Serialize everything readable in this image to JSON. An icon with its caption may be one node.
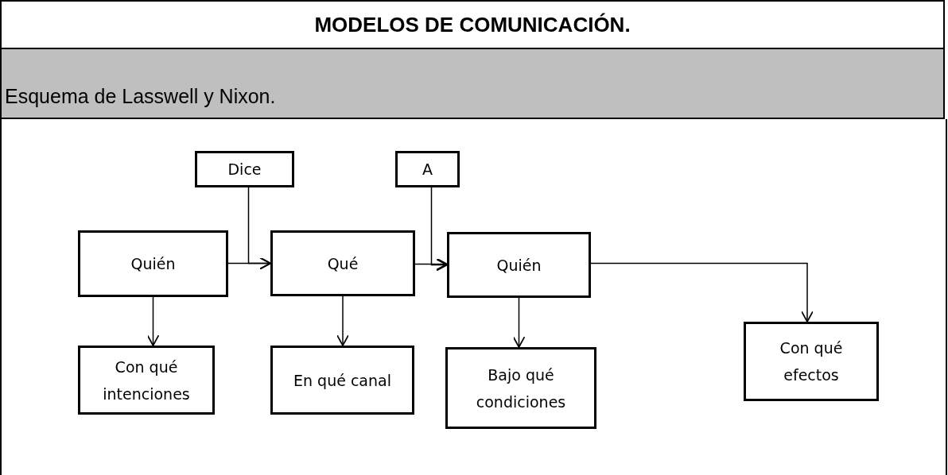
{
  "diagram": {
    "title": "MODELOS DE COMUNICACIÓN.",
    "nodes": [
      {
        "text": [
          "Dice"
        ]
      },
      {
        "text": [
          "A"
        ]
      },
      {
        "text": [
          "Quién"
        ]
      },
      {
        "text": [
          "Qué"
        ]
      },
      {
        "text": [
          "Quién"
        ]
      },
      {
        "text": [
          "Con qué efectos"
        ]
      },
      {
        "text": [
          "Con qué intenciones"
        ]
      },
      {
        "text": [
          "En qué canal"
        ]
      },
      {
        "text": [
          "Bajo qué condiciones"
        ]
      }
    ],
    "edges": [
      {
        "from": 2,
        "to": 3,
        "arrow": "to"
      },
      {
        "from": 0,
        "to": 3,
        "arrow": "to"
      },
      {
        "from": 3,
        "to": 4,
        "arrow": "to"
      },
      {
        "from": 1,
        "to": 4,
        "arrow": "to"
      },
      {
        "from": 4,
        "to": 5,
        "arrow": "to"
      },
      {
        "from": 2,
        "to": 6,
        "arrow": "to"
      },
      {
        "from": 3,
        "to": 7,
        "arrow": "to"
      },
      {
        "from": 4,
        "to": 8,
        "arrow": "to"
      }
    ],
    "labels": [
      "Esquema de Lasswell y Nixon."
    ]
  }
}
